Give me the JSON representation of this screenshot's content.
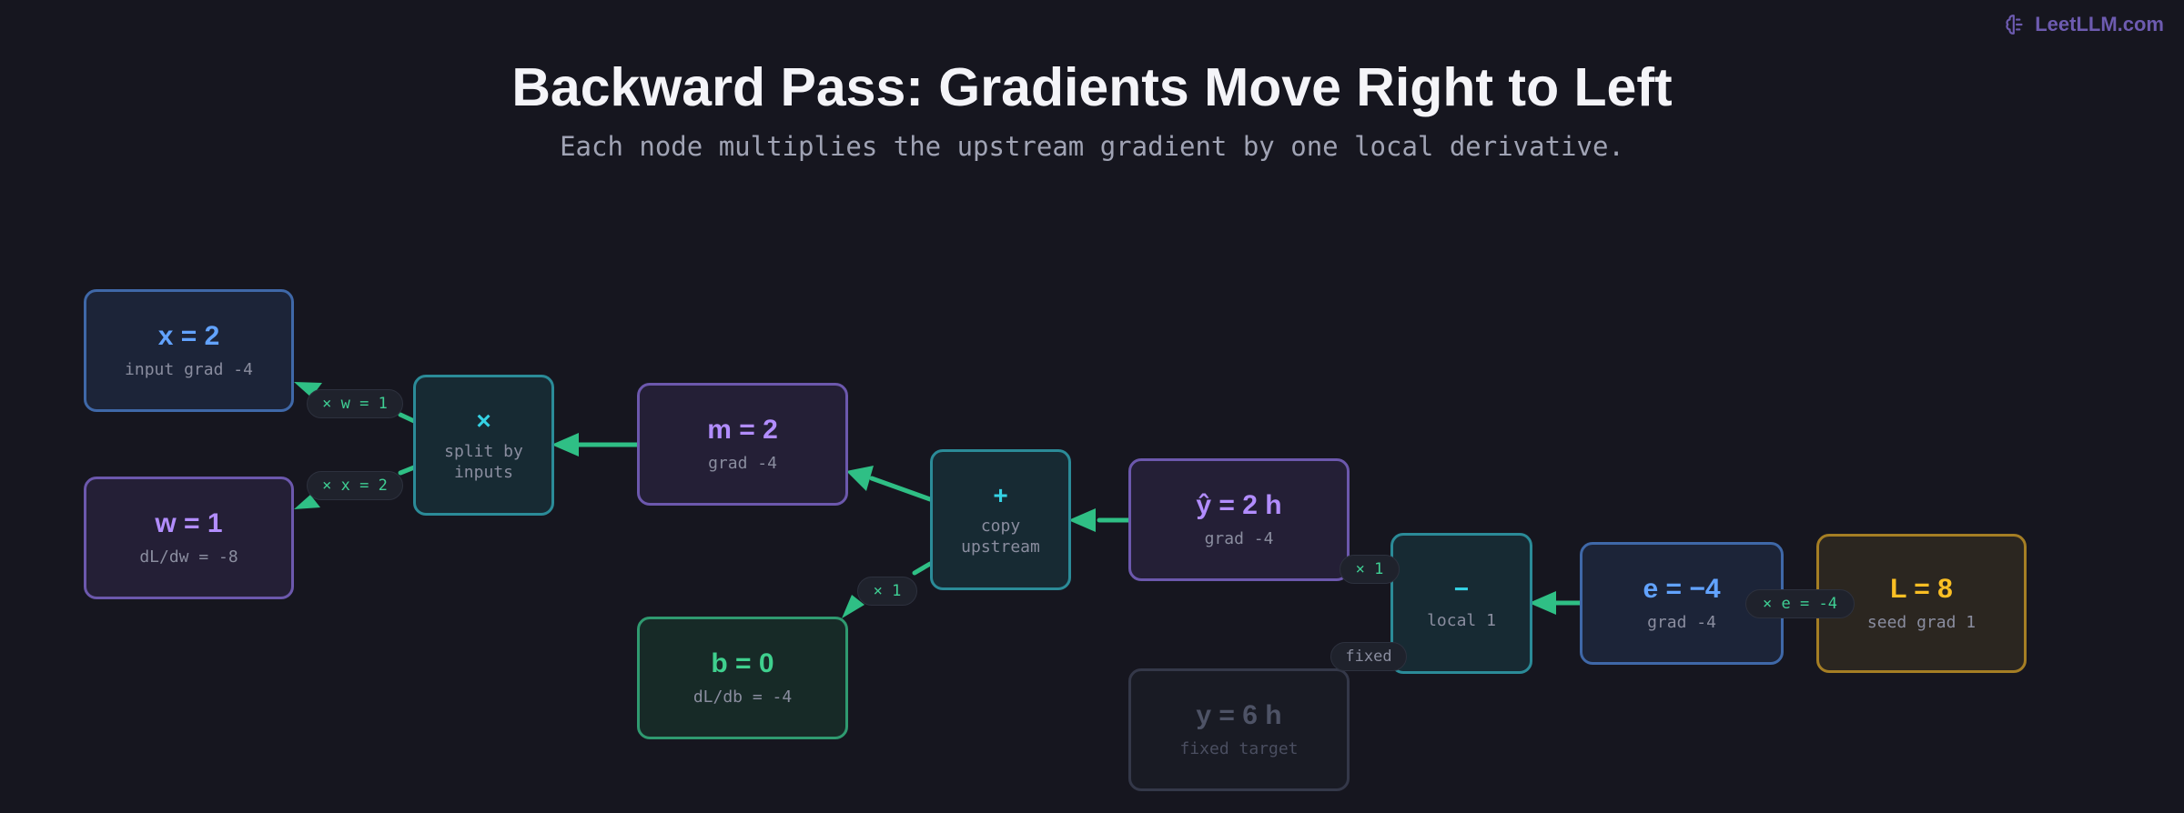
{
  "brand": {
    "name": "LeetLLM.com",
    "icon": "brain-icon",
    "color": "#6d5bb0"
  },
  "title": "Backward Pass: Gradients Move Right to Left",
  "subtitle": "Each node multiplies the upstream gradient by one local derivative.",
  "colors": {
    "background": "#16161f",
    "gradient_flow": "#2fbf85",
    "blue": "#62a3ff",
    "purple": "#b28dff",
    "teal": "#35d2e4",
    "green": "#3fd08e",
    "gold": "#fbbf24"
  },
  "nodes": {
    "x": {
      "main": "x = 2",
      "sub": "input grad -4"
    },
    "w": {
      "main": "w = 1",
      "sub": "dL/dw = -8"
    },
    "mul": {
      "main": "×",
      "sub1": "split by",
      "sub2": "inputs"
    },
    "m": {
      "main": "m = 2",
      "sub": "grad -4"
    },
    "add": {
      "main": "+",
      "sub1": "copy",
      "sub2": "upstream"
    },
    "b": {
      "main": "b = 0",
      "sub": "dL/db = -4"
    },
    "yhat": {
      "main": "ŷ = 2 h",
      "sub": "grad -4"
    },
    "y": {
      "main": "y = 6 h",
      "sub": "fixed target"
    },
    "sub": {
      "main": "−",
      "sub": "local 1"
    },
    "e": {
      "main": "e = −4",
      "sub": "grad -4"
    },
    "L": {
      "main": "L = 8",
      "sub": "seed grad 1"
    }
  },
  "edge_labels": {
    "w_to_x": "× w = 1",
    "x_to_w": "× x = 2",
    "to_b": "× 1",
    "to_yhat": "× 1",
    "fixed": "fixed",
    "to_e": "× e = -4"
  }
}
